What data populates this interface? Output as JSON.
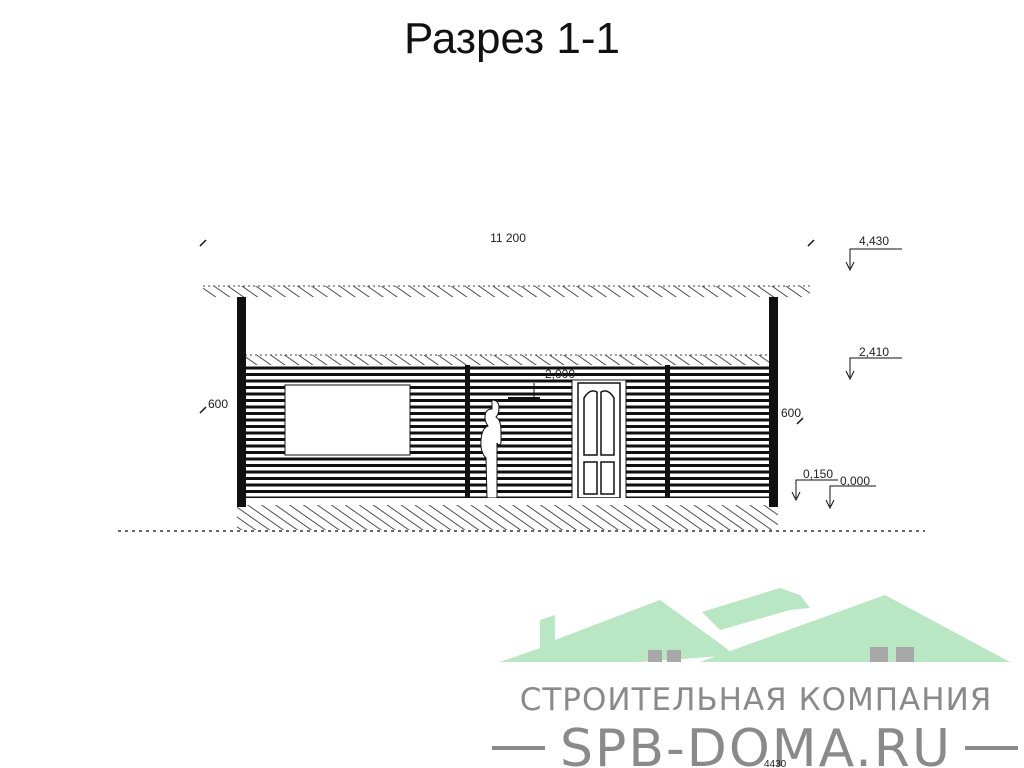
{
  "title": "Разрез 1-1",
  "dimensions": {
    "overall_width": "11 200",
    "left_height": "600",
    "right_height": "600",
    "door_height": "2,000"
  },
  "levels": {
    "ridge": "4,430",
    "ceiling": "2,410",
    "floor": "0,150",
    "ground": "0,000",
    "bottom": "4430"
  },
  "logo": {
    "subtitle": "СТРОИТЕЛЬНАЯ КОМПАНИЯ",
    "name": "SPB-DOMA.RU",
    "roof_color": "#b9e6c3",
    "window_color": "#a8a8a8",
    "text_color": "#8a8a8a"
  }
}
